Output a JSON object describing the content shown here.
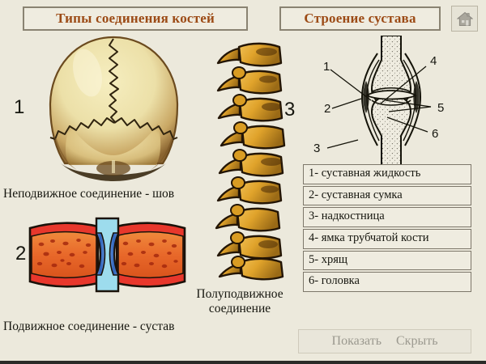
{
  "header": {
    "title_left": "Типы соединения костей",
    "title_right": "Строение сустава",
    "home_icon": "home-icon"
  },
  "figures": {
    "skull": {
      "index_label": "1",
      "caption": "Неподвижное соединение - шов",
      "alt": "skull-posterior-view-with-sutures"
    },
    "suture": {
      "index_label": "2",
      "caption": "Подвижное соединение - сустав",
      "alt": "joint-cross-section-colored"
    },
    "spine": {
      "index_label": "3",
      "caption": "Полуподвижное соединение",
      "alt": "vertebral-column-lateral-view"
    },
    "joint_diagram": {
      "alt": "joint-structure-line-diagram",
      "callouts": [
        "1",
        "2",
        "3",
        "4",
        "5",
        "6"
      ]
    }
  },
  "legend": {
    "items": [
      "1- суставная жидкость",
      "2- суставная сумка",
      "3- надкостница",
      "4- ямка трубчатой кости",
      "5- хрящ",
      "6- головка"
    ]
  },
  "controls": {
    "show_label": "Показать",
    "hide_label": "Скрыть"
  },
  "colors": {
    "background": "#ece9dc",
    "title_text": "#9c4b16",
    "box_border": "#8a8372",
    "body_text": "#16160f",
    "control_text": "#9b998f",
    "bone_light": "#f0e6b4",
    "bone_shade": "#8a6a35",
    "vertebra_fill": "#e0a32b",
    "periosteum_red": "#e8372c",
    "spongy_orange": "#e8682a",
    "cartilage_blue": "#3a6fc4",
    "cavity_cyan": "#8fd6e8"
  }
}
